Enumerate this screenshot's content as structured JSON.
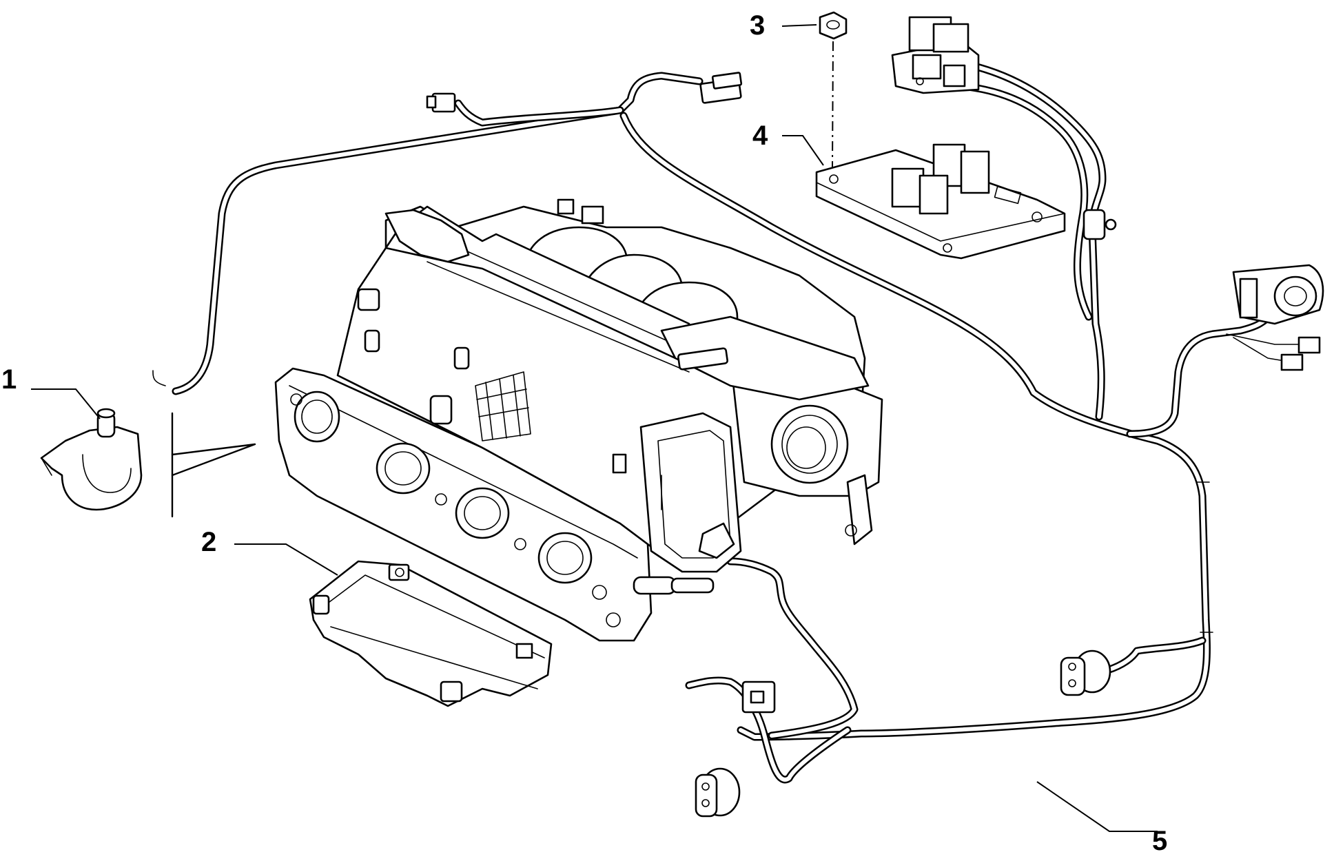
{
  "callouts": [
    {
      "id": "1",
      "label": "1"
    },
    {
      "id": "2",
      "label": "2"
    },
    {
      "id": "3",
      "label": "3"
    },
    {
      "id": "4",
      "label": "4"
    },
    {
      "id": "5",
      "label": "5"
    }
  ],
  "parts": {
    "p1": "clip",
    "p2": "fuel-rail-cover",
    "p3": "nut",
    "p4": "control-unit",
    "p5": "wiring-harness",
    "main": "intake-manifold"
  }
}
